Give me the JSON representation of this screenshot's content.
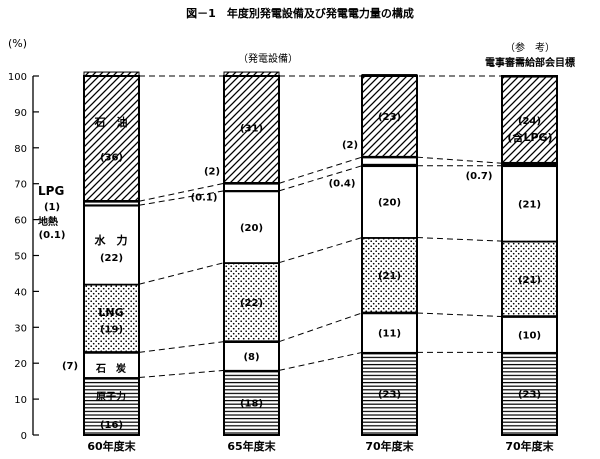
{
  "chart_data": {
    "type": "bar",
    "stacked": true,
    "title": "図－1　年度別発電設備及び発電電力量の構成",
    "subtitle": "（発電設備）",
    "reference_label": "（参　考）",
    "reference_sublabel": "電事審需給部会目標",
    "ylabel": "(%)",
    "ylim": [
      0,
      100
    ],
    "yticks": [
      "0",
      "10",
      "20",
      "30",
      "40",
      "50",
      "60",
      "70",
      "80",
      "90",
      "100"
    ],
    "categories": [
      "60年度末",
      "65年度末",
      "70年度末",
      "70年度末"
    ],
    "series": [
      {
        "name": "原子力",
        "values": [
          16,
          18,
          23,
          23
        ],
        "pattern": "hlines",
        "labels": [
          "(16)",
          "(18)",
          "(23)",
          "(23)"
        ]
      },
      {
        "name": "石　炭",
        "values": [
          7,
          8,
          11,
          10
        ],
        "pattern": "blank",
        "labels": [
          "(7)",
          "(8)",
          "(11)",
          "(10)"
        ]
      },
      {
        "name": "LNG",
        "values": [
          19,
          22,
          21,
          21
        ],
        "pattern": "dots",
        "labels": [
          "(19)",
          "(22)",
          "(21)",
          "(21)"
        ]
      },
      {
        "name": "水　力",
        "values": [
          22,
          20,
          20,
          21
        ],
        "pattern": "blank",
        "labels": [
          "(22)",
          "(20)",
          "(20)",
          "(21)"
        ]
      },
      {
        "name": "地熱",
        "values": [
          0.1,
          0.1,
          0.4,
          0.7
        ],
        "pattern": "solid",
        "labels": [
          "(0.1)",
          "(0.1)",
          "(0.4)",
          "(0.7)"
        ]
      },
      {
        "name": "LPG",
        "values": [
          1,
          2,
          2,
          0
        ],
        "pattern": "blank",
        "labels": [
          "(1)",
          "(2)",
          "(2)",
          ""
        ]
      },
      {
        "name": "石　油",
        "values": [
          36,
          31,
          23,
          24
        ],
        "pattern": "diag",
        "labels": [
          "(36)",
          "(31)",
          "(23)",
          "(24)"
        ]
      }
    ],
    "annotations": {
      "oil_name": "石　油",
      "hydro_name": "水　力",
      "lng_name": "LNG",
      "coal_name": "石　炭",
      "nuclear_name": "原子力",
      "lpg_name": "LPG",
      "lpg_value": "(1)",
      "geo_name": "地熱",
      "geo_value": "(0.1)",
      "incl_lpg": "(含LPG)"
    },
    "grid": false,
    "legend": "none"
  }
}
